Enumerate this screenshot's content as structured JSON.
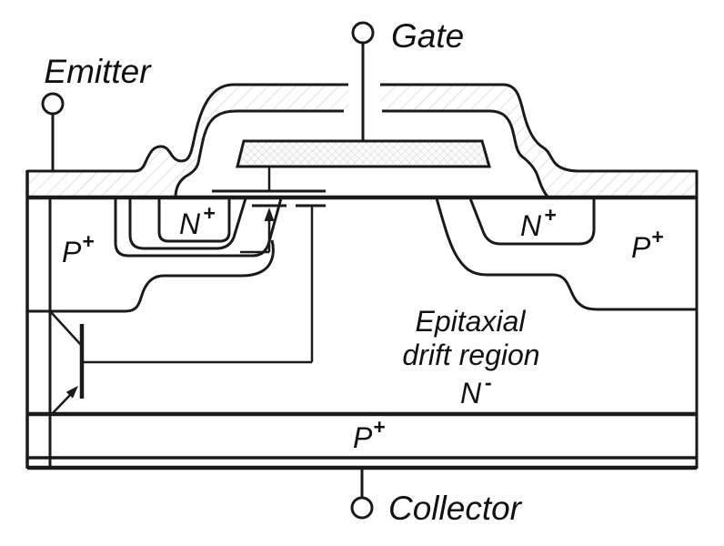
{
  "diagram": {
    "title_semantic": "IGBT cross-section",
    "terminals": {
      "emitter": "Emitter",
      "gate": "Gate",
      "collector": "Collector"
    },
    "regions": {
      "p_body_left": {
        "base": "P",
        "sup": "+"
      },
      "n_source_left": {
        "base": "N",
        "sup": "+"
      },
      "n_source_right": {
        "base": "N",
        "sup": "+"
      },
      "p_body_right": {
        "base": "P",
        "sup": "+"
      },
      "p_substrate": {
        "base": "P",
        "sup": "+"
      },
      "drift": {
        "line1": "Epitaxial",
        "line2": "drift region",
        "base": "N",
        "sup": "-"
      }
    },
    "colors": {
      "line": "#1a1a1a",
      "background": "#ffffff",
      "metal_hatch": "#c9c9c9",
      "poly_hatch": "#d2d2d2"
    }
  }
}
